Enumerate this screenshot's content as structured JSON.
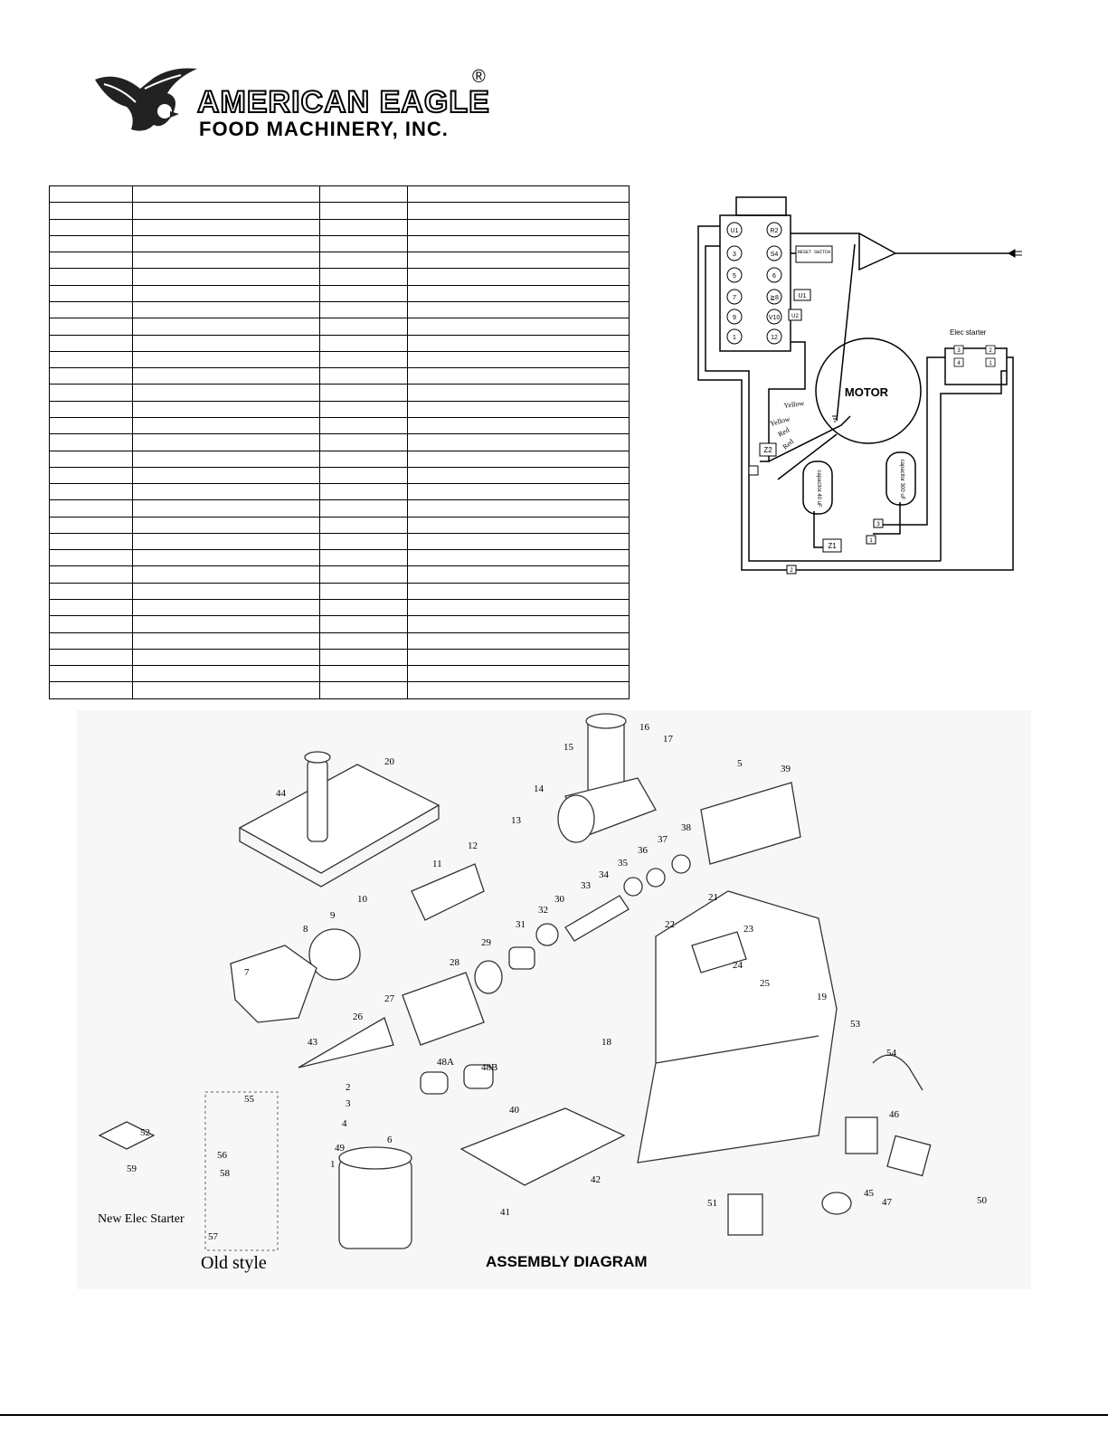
{
  "logo": {
    "company_name": "AMERICAN EAGLE",
    "subtitle": "FOOD MACHINERY, INC.",
    "registered_mark": "®"
  },
  "parts_table": {
    "rows": 31,
    "columns": 4
  },
  "wiring_diagram": {
    "terminals_left": [
      "U1",
      "3",
      "5",
      "7",
      "9",
      "1"
    ],
    "terminals_right": [
      "R2",
      "S4",
      "6",
      "≧8",
      "V10",
      "12"
    ],
    "reset_switch_label": "RESET SWITCH",
    "u1_tag": "U1",
    "u2_tag": "U2",
    "motor_label": "MOTOR",
    "elec_starter_label": "Elec starter",
    "starter_terminals": [
      "3",
      "2",
      "4",
      "1"
    ],
    "wire_labels": [
      "Yellow",
      "Yellow",
      "Red",
      "Red"
    ],
    "z2_label": "Z2",
    "z1_label": "Z1",
    "capacitor_1": "capacitor 40 uF",
    "capacitor_2": "capacitor 300 uF",
    "small_tags": [
      "3",
      "1",
      "2"
    ]
  },
  "assembly": {
    "title": "ASSEMBLY DIAGRAM",
    "old_style_label": "Old style",
    "new_starter_label": "New Elec Starter",
    "part_numbers": [
      "1",
      "2",
      "3",
      "4",
      "5",
      "6",
      "7",
      "8",
      "9",
      "10",
      "11",
      "12",
      "13",
      "14",
      "15",
      "16",
      "17",
      "18",
      "19",
      "20",
      "21",
      "22",
      "23",
      "24",
      "25",
      "26",
      "27",
      "28",
      "29",
      "30",
      "31",
      "32",
      "33",
      "34",
      "35",
      "36",
      "37",
      "38",
      "39",
      "40",
      "41",
      "42",
      "43",
      "44",
      "45",
      "46",
      "47",
      "48A",
      "48B",
      "49",
      "50",
      "51",
      "52",
      "53",
      "54",
      "55",
      "56",
      "57",
      "58",
      "59"
    ]
  }
}
